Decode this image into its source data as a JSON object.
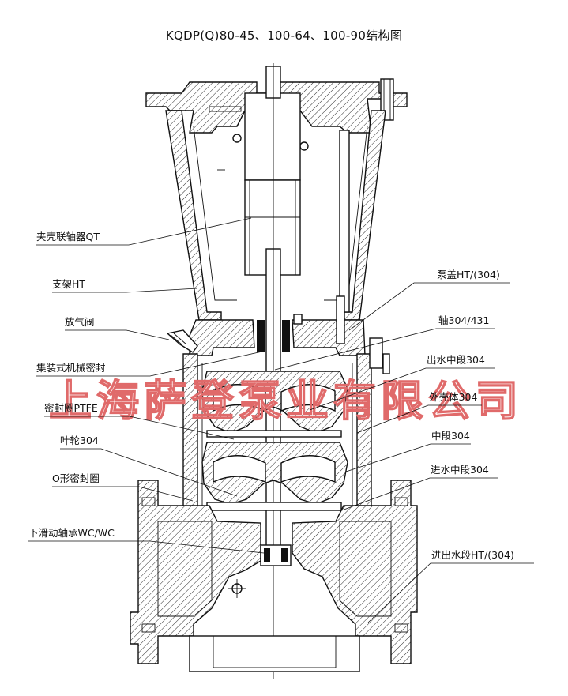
{
  "title": "KQDP(Q)80-45、100-64、100-90结构图",
  "labels_left": [
    "夹壳联轴器QT",
    "支架HT",
    "放气阀",
    "集装式机械密封",
    "密封圈PTFE",
    "叶轮304",
    "O形密封圈",
    "下滑动轴承WC/WC"
  ],
  "labels_right": [
    "泵盖HT/(304)",
    "轴304/431",
    "出水中段304",
    "外壳体304",
    "中段304",
    "进水中段304",
    "进出水段HT/(304)"
  ],
  "watermark": "上海萨登泵业有限公司",
  "colors": {
    "line": "#111111",
    "watermark": "#e06a6a"
  }
}
